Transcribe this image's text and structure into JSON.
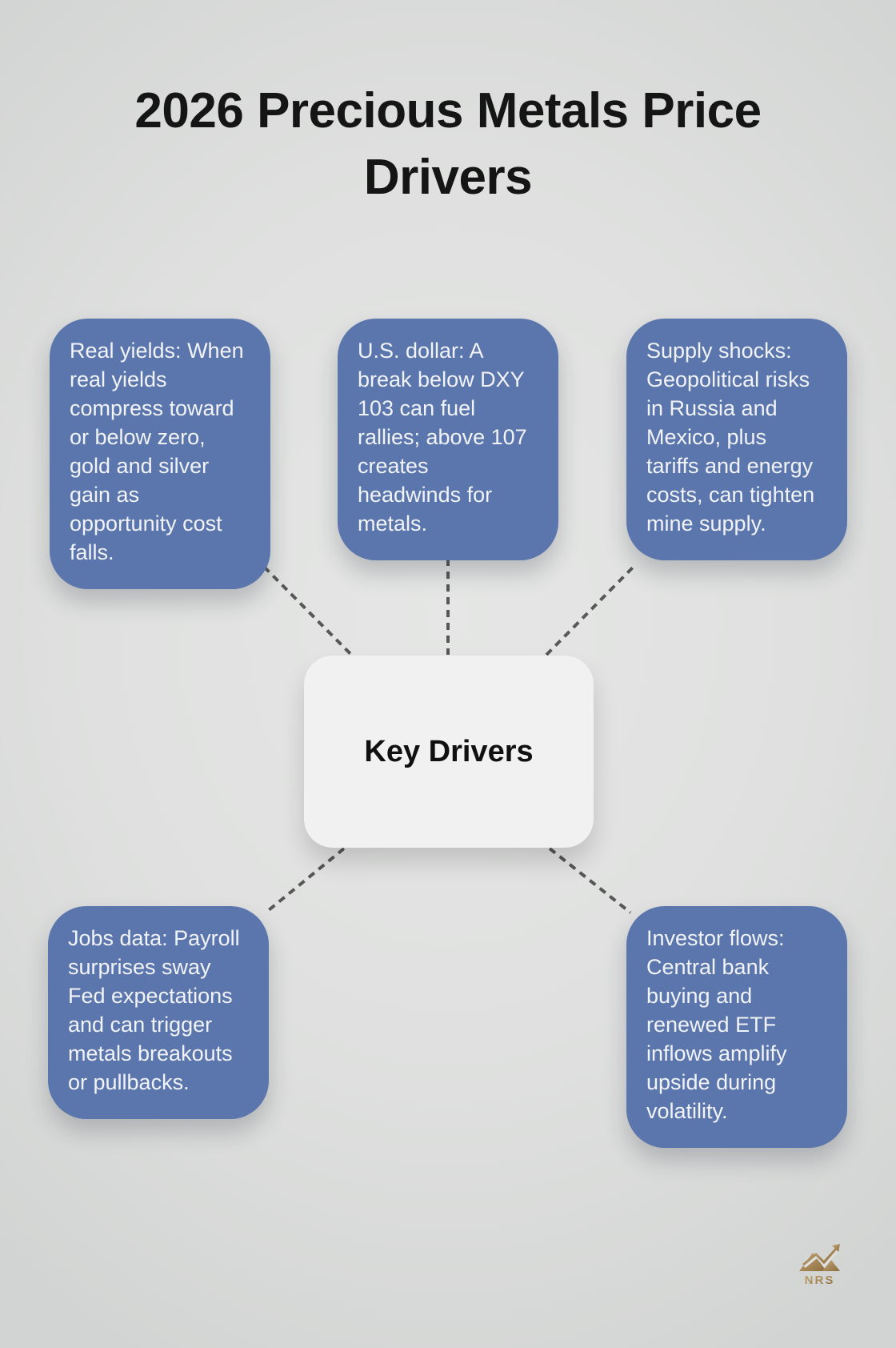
{
  "title": {
    "lines": [
      "2026 Precious Metals Price",
      "Drivers"
    ]
  },
  "center_node": {
    "label": "Key Drivers"
  },
  "driver_nodes": [
    {
      "id": "real-yields",
      "text": "Real yields: When real yields compress toward or below zero, gold and silver gain as opportunity cost falls."
    },
    {
      "id": "us-dollar",
      "text": "U.S. dollar: A break below DXY 103 can fuel rallies; above 107 creates headwinds for metals."
    },
    {
      "id": "supply-shocks",
      "text": "Supply shocks: Geopolitical risks in Russia and Mexico, plus tariffs and energy costs, can tighten mine supply."
    },
    {
      "id": "jobs-data",
      "text": "Jobs data: Payroll surprises sway Fed expectations and can trigger metals breakouts or pullbacks."
    },
    {
      "id": "investor-flows",
      "text": "Investor flows: Central bank buying and renewed ETF inflows amplify upside during volatility."
    }
  ],
  "logo": {
    "text": "NRS"
  },
  "colors": {
    "background": "#dfe0df",
    "node_fill": "#5b76ac",
    "node_text": "#f1f3f7",
    "center_fill": "#f0f1f0",
    "center_text": "#101010",
    "connector": "#575757",
    "title_text": "#151515",
    "logo_gold_light": "#c7a876",
    "logo_gold_dark": "#8a6c3e"
  }
}
